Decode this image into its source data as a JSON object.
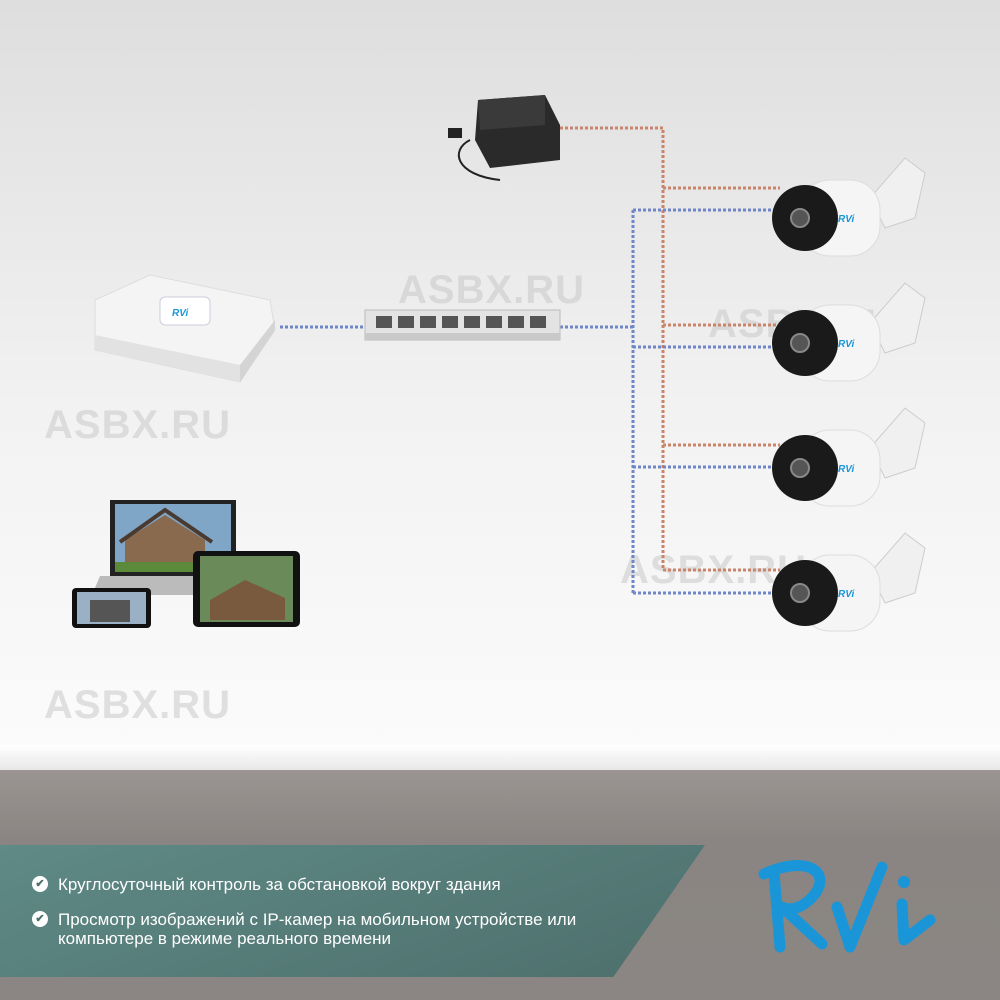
{
  "watermark": "ASBX.RU",
  "colors": {
    "power_line": "#c9846a",
    "network_line": "#6f86c8",
    "banner": "#5a8580",
    "logo": "#1a96d8",
    "floor": "#8b8683"
  },
  "devices": {
    "power_supply": "power-adapter-icon",
    "nvr": {
      "icon": "nvr-icon",
      "label": "RVi"
    },
    "switch": "network-switch-icon",
    "cameras": [
      {
        "label": "RVi"
      },
      {
        "label": "RVi"
      },
      {
        "label": "RVi"
      },
      {
        "label": "RVi"
      }
    ],
    "viewers": "laptop-phone-tablet-icon"
  },
  "features": [
    {
      "text": "Круглосуточный контроль за обстановкой вокруг здания"
    },
    {
      "text": "Просмотр изображений с IP-камер на мобильном устройстве или компьютере в режиме реального времени"
    }
  ],
  "logo": {
    "text": "RVi"
  }
}
